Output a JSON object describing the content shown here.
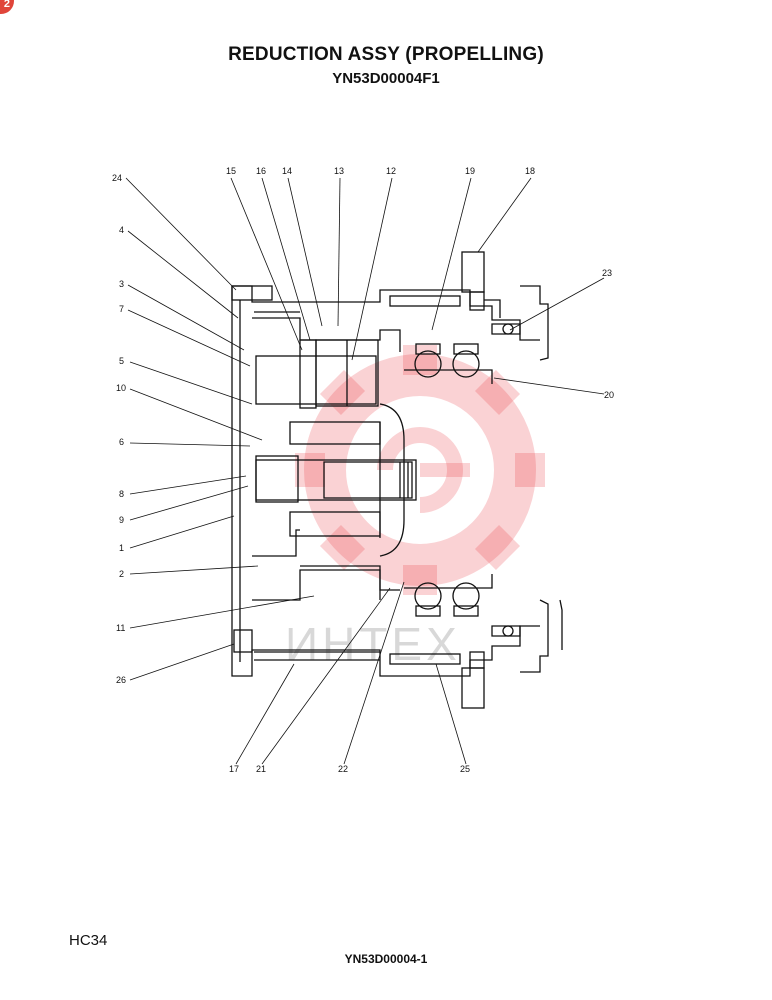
{
  "header": {
    "title": "REDUCTION ASSY (PROPELLING)",
    "subtitle": "YN53D00004F1"
  },
  "corner_badge": "2",
  "watermark": {
    "text": "ИНТЕХ",
    "color": "#e8333a"
  },
  "callouts": {
    "c24": "24",
    "c4": "4",
    "c3": "3",
    "c7": "7",
    "c5": "5",
    "c10": "10",
    "c6": "6",
    "c8": "8",
    "c9": "9",
    "c1": "1",
    "c2": "2",
    "c11": "11",
    "c26": "26",
    "c15": "15",
    "c16": "16",
    "c14": "14",
    "c13": "13",
    "c12": "12",
    "c19": "19",
    "c18": "18",
    "c23": "23",
    "c20": "20",
    "c17": "17",
    "c21": "21",
    "c22": "22",
    "c25": "25"
  },
  "footer": {
    "page_code": "HC34",
    "drawing_number": "YN53D00004-1"
  }
}
